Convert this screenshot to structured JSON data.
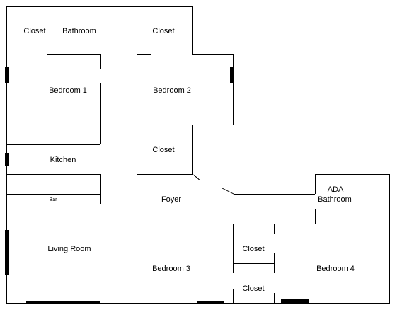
{
  "rooms": {
    "closet_1": "Closet",
    "bathroom": "Bathroom",
    "closet_2": "Closet",
    "bedroom_1": "Bedroom 1",
    "bedroom_2": "Bedroom 2",
    "closet_3": "Closet",
    "kitchen": "Kitchen",
    "bar": "Bar",
    "foyer": "Foyer",
    "ada_bathroom_line1": "ADA",
    "ada_bathroom_line2": "Bathroom",
    "living_room": "Living Room",
    "bedroom_3": "Bedroom 3",
    "closet_4": "Closet",
    "closet_5": "Closet",
    "bedroom_4": "Bedroom 4"
  }
}
